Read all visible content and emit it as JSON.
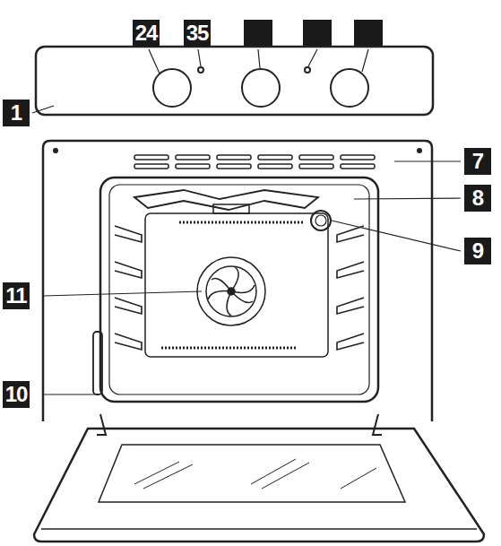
{
  "diagram": {
    "labels": [
      "24",
      "35",
      "1",
      "7",
      "8",
      "9",
      "11",
      "10"
    ]
  }
}
